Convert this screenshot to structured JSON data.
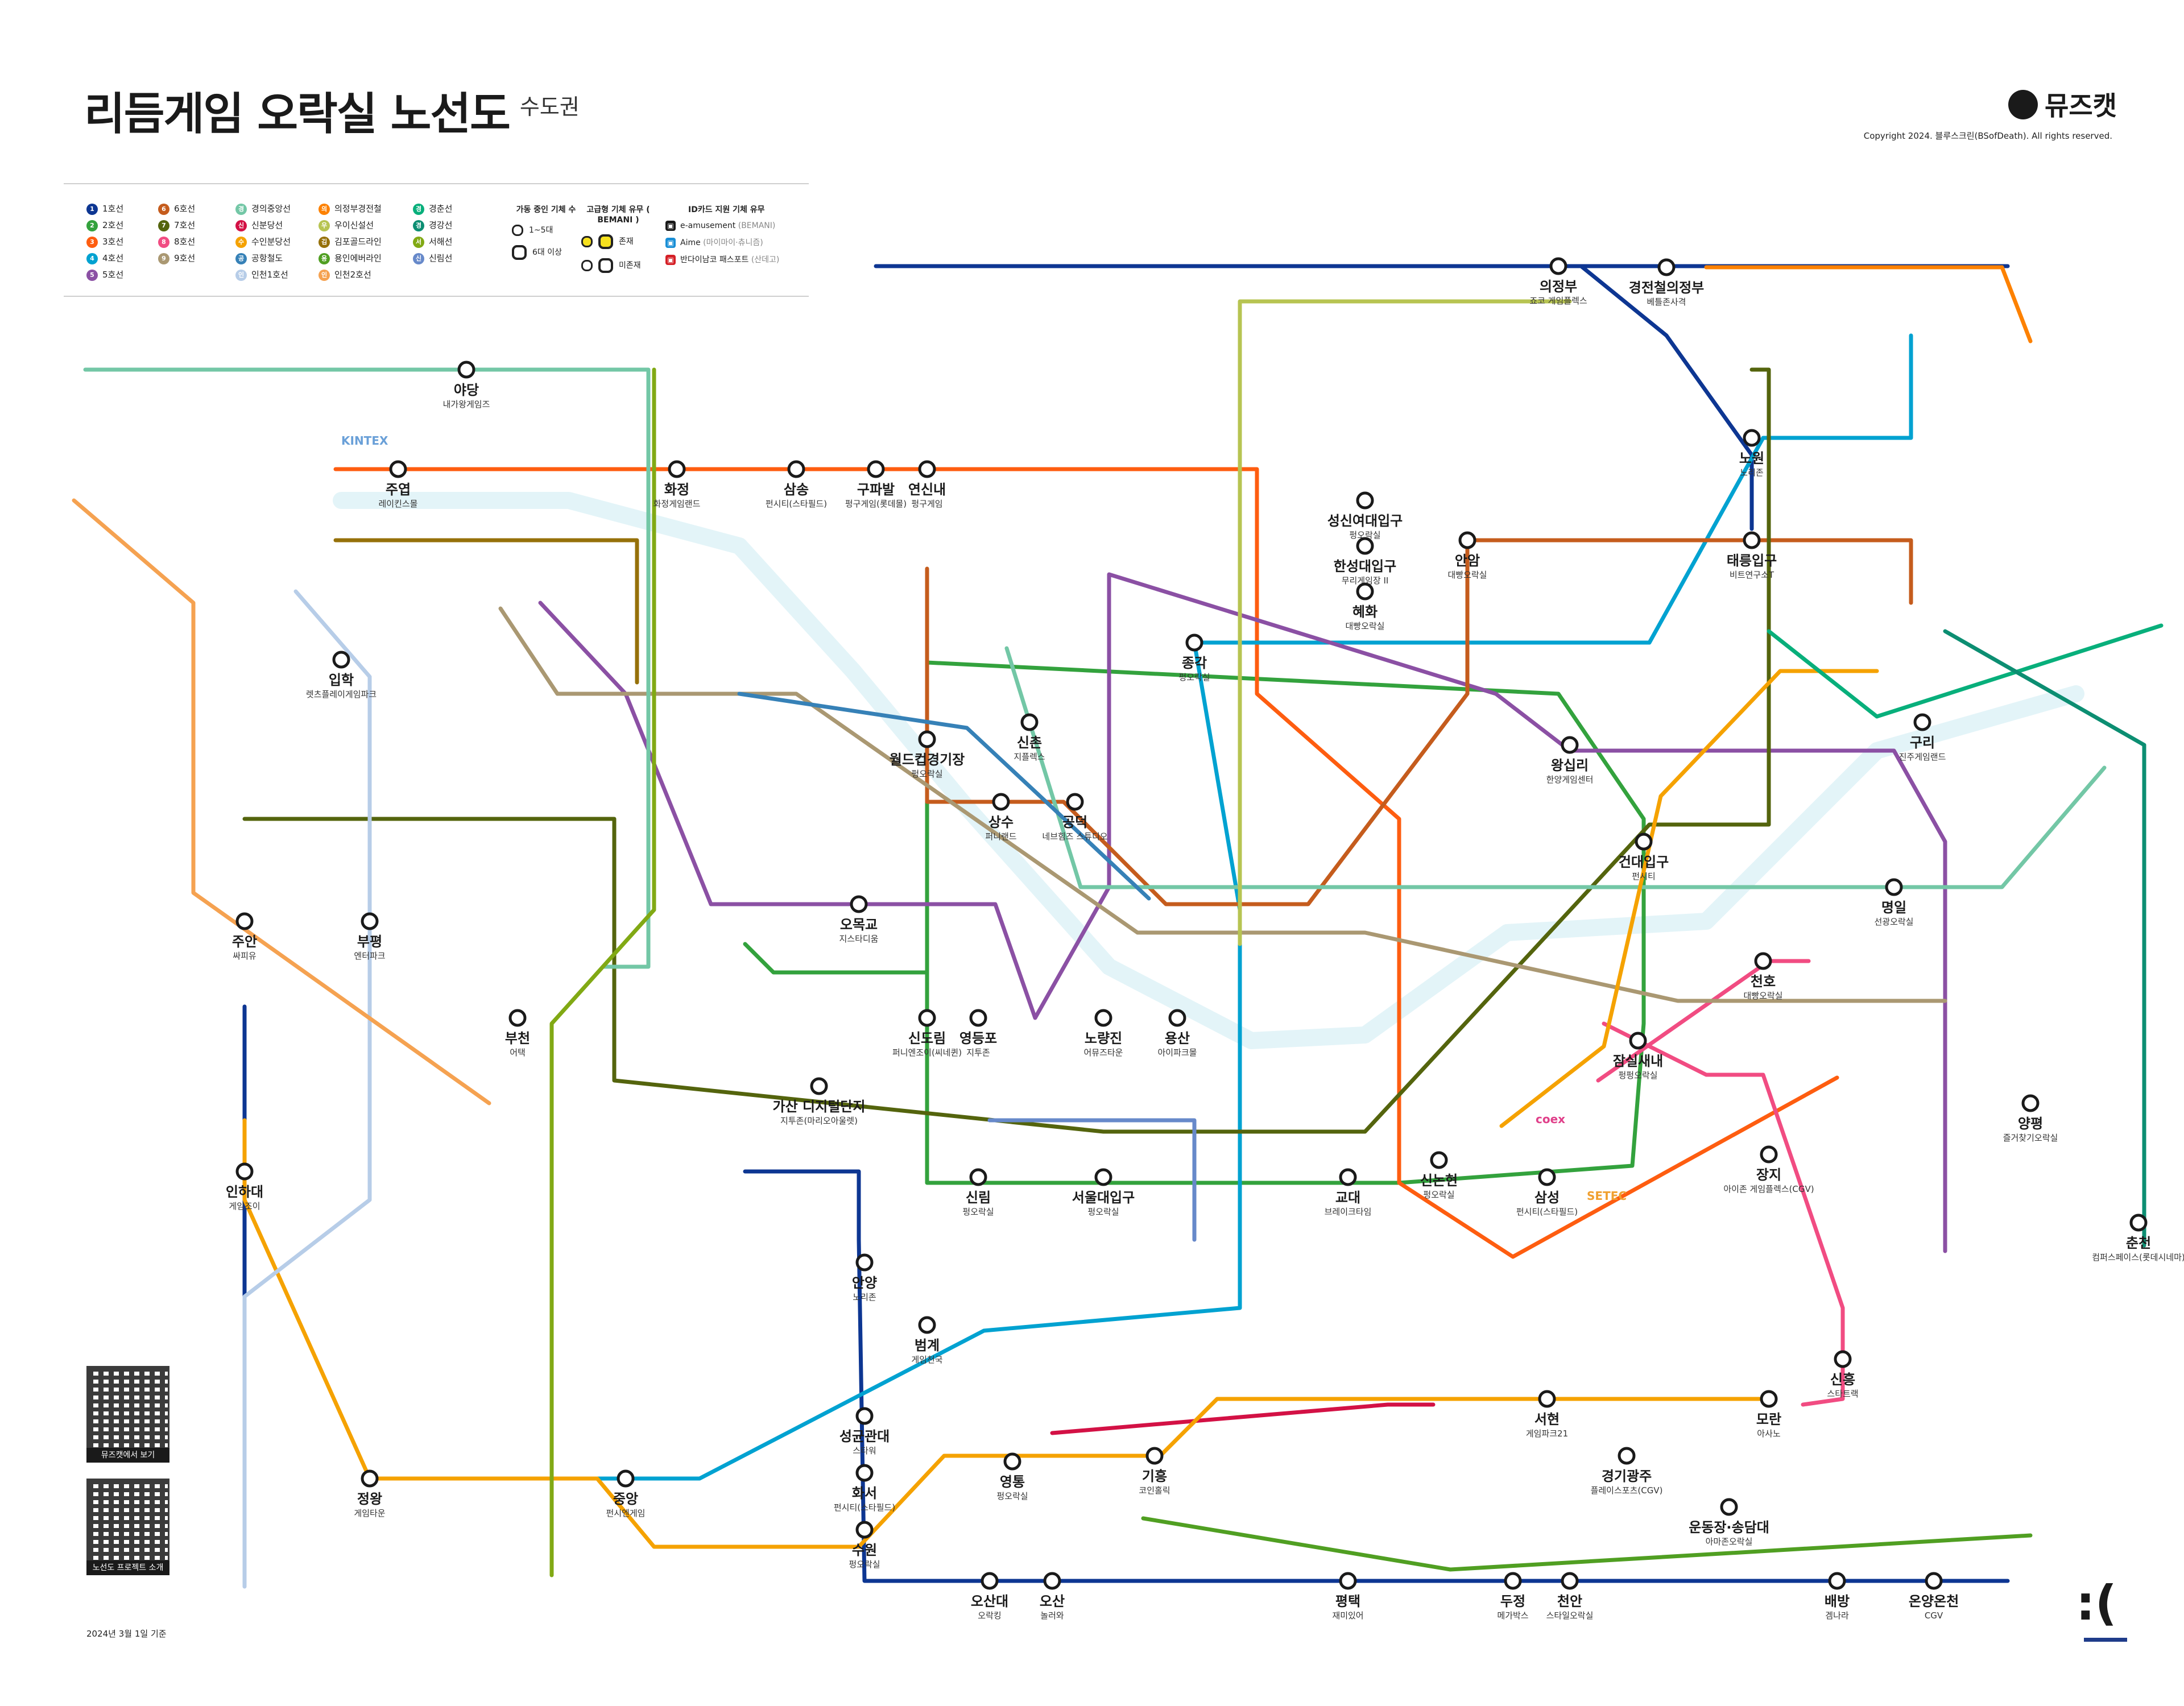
{
  "header": {
    "title": "리듬게임 오락실 노선도",
    "subtitle": "수도권",
    "brand": "뮤즈캣",
    "copyright": "Copyright 2024. 블루스크린(BSofDeath). All rights reserved."
  },
  "legend": {
    "lines": [
      {
        "badge": "1",
        "label": "1호선",
        "color": "#0d3692"
      },
      {
        "badge": "2",
        "label": "2호선",
        "color": "#33a23d"
      },
      {
        "badge": "3",
        "label": "3호선",
        "color": "#fe5d10"
      },
      {
        "badge": "4",
        "label": "4호선",
        "color": "#00a2d1"
      },
      {
        "badge": "5",
        "label": "5호선",
        "color": "#8b50a4"
      },
      {
        "badge": "6",
        "label": "6호선",
        "color": "#c55c1d"
      },
      {
        "badge": "7",
        "label": "7호선",
        "color": "#54640d"
      },
      {
        "badge": "8",
        "label": "8호선",
        "color": "#f14c82"
      },
      {
        "badge": "9",
        "label": "9호선",
        "color": "#aa9872"
      },
      {
        "badge": "경",
        "label": "경의중앙선",
        "color": "#73c7a6"
      },
      {
        "badge": "신",
        "label": "신분당선",
        "color": "#d31145"
      },
      {
        "badge": "수",
        "label": "수인분당선",
        "color": "#f5a200"
      },
      {
        "badge": "공",
        "label": "공항철도",
        "color": "#3681b7"
      },
      {
        "badge": "인",
        "label": "인천1호선",
        "color": "#b7cde8"
      },
      {
        "badge": "의",
        "label": "의정부경전철",
        "color": "#fd8100"
      },
      {
        "badge": "우",
        "label": "우이신설선",
        "color": "#b7c452"
      },
      {
        "badge": "김",
        "label": "김포골드라인",
        "color": "#96710a"
      },
      {
        "badge": "용",
        "label": "용인에버라인",
        "color": "#509f22"
      },
      {
        "badge": "인",
        "label": "인천2호선",
        "color": "#f5a251"
      },
      {
        "badge": "경",
        "label": "경춘선",
        "color": "#08af7b"
      },
      {
        "badge": "경",
        "label": "경강선",
        "color": "#0c8e72"
      },
      {
        "badge": "서",
        "label": "서해선",
        "color": "#81a914"
      },
      {
        "badge": "신",
        "label": "신림선",
        "color": "#6789ca"
      }
    ],
    "machine_count": {
      "heading": "가동 중인 기체 수",
      "small": "1~5대",
      "large": "6대 이상"
    },
    "bemani": {
      "heading": "고급형 기체 유무 ( BEMANI )",
      "yes": "존재",
      "no": "미존재"
    },
    "idcard": {
      "heading": "ID카드 지원 기체 유무",
      "items": [
        {
          "label": "e-amusement",
          "note": "(BEMANI)",
          "color": "#1a1a1a"
        },
        {
          "label": "Aime",
          "note": "(마이마이·츄니즘)",
          "color": "#1a8fd6"
        },
        {
          "label": "반다이남코 패스포트",
          "note": "(산데고)",
          "color": "#d52027"
        }
      ]
    }
  },
  "stations": [
    {
      "name": "야당",
      "venue": "내가왕게임즈"
    },
    {
      "name": "주엽",
      "venue": "레이킨스몰"
    },
    {
      "name": "화정",
      "venue": "화정게임랜드"
    },
    {
      "name": "삼송",
      "venue": "펀시티(스타필드)"
    },
    {
      "name": "구파발",
      "venue": "펑구게임(롯데몰)"
    },
    {
      "name": "연신내",
      "venue": "펑구게임"
    },
    {
      "name": "의정부",
      "venue": "죠코 게임플렉스"
    },
    {
      "name": "경전철의정부",
      "venue": "베틀존사격"
    },
    {
      "name": "노원",
      "venue": "노리존"
    },
    {
      "name": "성신여대입구",
      "venue": "펑오락실"
    },
    {
      "name": "한성대입구",
      "venue": "무리게임장 II"
    },
    {
      "name": "혜화",
      "venue": "대빵오락실"
    },
    {
      "name": "안암",
      "venue": "대빵오락실"
    },
    {
      "name": "태릉입구",
      "venue": "비트연구소T"
    },
    {
      "name": "종각",
      "venue": "펑오락실"
    },
    {
      "name": "신촌",
      "venue": "지플렉스"
    },
    {
      "name": "월드컵경기장",
      "venue": "펑오락실"
    },
    {
      "name": "상수",
      "venue": "퍼니랜드"
    },
    {
      "name": "공덕",
      "venue": "네브힘즈 스튜디오"
    },
    {
      "name": "왕십리",
      "venue": "한양게임센터"
    },
    {
      "name": "구리",
      "venue": "진주게임랜드"
    },
    {
      "name": "건대입구",
      "venue": "펀시티"
    },
    {
      "name": "명일",
      "venue": "선광오락실"
    },
    {
      "name": "입학",
      "venue": "렛츠플레이게임파크"
    },
    {
      "name": "주안",
      "venue": "싸피유"
    },
    {
      "name": "부평",
      "venue": "엔터파크"
    },
    {
      "name": "부천",
      "venue": "어택"
    },
    {
      "name": "오목교",
      "venue": "지스타디움"
    },
    {
      "name": "신도림",
      "venue": "퍼니엔조이(씨네퀸)"
    },
    {
      "name": "영등포",
      "venue": "지투존"
    },
    {
      "name": "노량진",
      "venue": "어뮤즈타운"
    },
    {
      "name": "용산",
      "venue": "아이파크몰"
    },
    {
      "name": "천호",
      "venue": "대빵오락실"
    },
    {
      "name": "잠실새내",
      "venue": "펑펑오락실"
    },
    {
      "name": "가산 디지털단지",
      "venue": "지투존(마리오아울렛)"
    },
    {
      "name": "신림",
      "venue": "펑오락실"
    },
    {
      "name": "서울대입구",
      "venue": "펑오락실"
    },
    {
      "name": "교대",
      "venue": "브레이크타임"
    },
    {
      "name": "신논현",
      "venue": "펑오락실"
    },
    {
      "name": "삼성",
      "venue": "펀시티(스타필드)"
    },
    {
      "name": "장지",
      "venue": "아이존 게임플렉스(CGV)"
    },
    {
      "name": "양평",
      "venue": "즐거찾기오락실"
    },
    {
      "name": "인하대",
      "venue": "게임조이"
    },
    {
      "name": "안양",
      "venue": "노리존"
    },
    {
      "name": "범계",
      "venue": "게임천국"
    },
    {
      "name": "춘천",
      "venue": "컴퍼스페이스(롯데시네마)"
    },
    {
      "name": "성균관대",
      "venue": "스타워"
    },
    {
      "name": "화서",
      "venue": "펀시티(스타필드)"
    },
    {
      "name": "수원",
      "venue": "펑오락실"
    },
    {
      "name": "신흥",
      "venue": "스타트랙"
    },
    {
      "name": "서현",
      "venue": "게임파크21"
    },
    {
      "name": "모란",
      "venue": "아사노"
    },
    {
      "name": "정왕",
      "venue": "게임타운"
    },
    {
      "name": "중앙",
      "venue": "펀시엔게임"
    },
    {
      "name": "영통",
      "venue": "펑오락실"
    },
    {
      "name": "기흥",
      "venue": "코인홀릭"
    },
    {
      "name": "경기광주",
      "venue": "플레이스포츠(CGV)"
    },
    {
      "name": "운동장·송담대",
      "venue": "아마존오락실"
    },
    {
      "name": "오산대",
      "venue": "오락킹"
    },
    {
      "name": "오산",
      "venue": "놀러와"
    },
    {
      "name": "평택",
      "venue": "재미있어"
    },
    {
      "name": "두정",
      "venue": "메가박스"
    },
    {
      "name": "천안",
      "venue": "스타일오락실"
    },
    {
      "name": "배방",
      "venue": "겜나라"
    },
    {
      "name": "온양온천",
      "venue": "CGV"
    }
  ],
  "place_labels": [
    "KINTEX",
    "coex",
    "SETEC"
  ],
  "qr_codes": [
    {
      "caption": "뮤즈캣에서 보기"
    },
    {
      "caption": "노선도 프로젝트 소개"
    }
  ],
  "footnote": "2024년 3월 1일 기준",
  "corner_mark": ":("
}
